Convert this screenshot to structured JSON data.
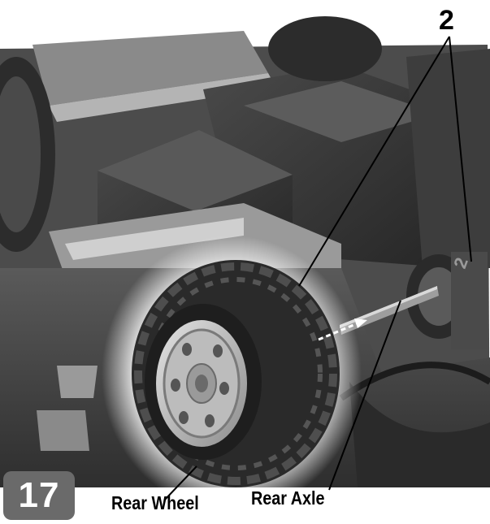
{
  "step_number": "17",
  "reference_number": "2",
  "part_label": "2",
  "labels": {
    "rear_wheel": "Rear Wheel",
    "rear_axle": "Rear Axle"
  },
  "colors": {
    "body_dark": "#3a3a3a",
    "body_mid": "#6e6e6e",
    "body_light": "#bdbdbd",
    "rim_silver": "#c8c8c8",
    "badge_gray": "#6a6a6a"
  }
}
